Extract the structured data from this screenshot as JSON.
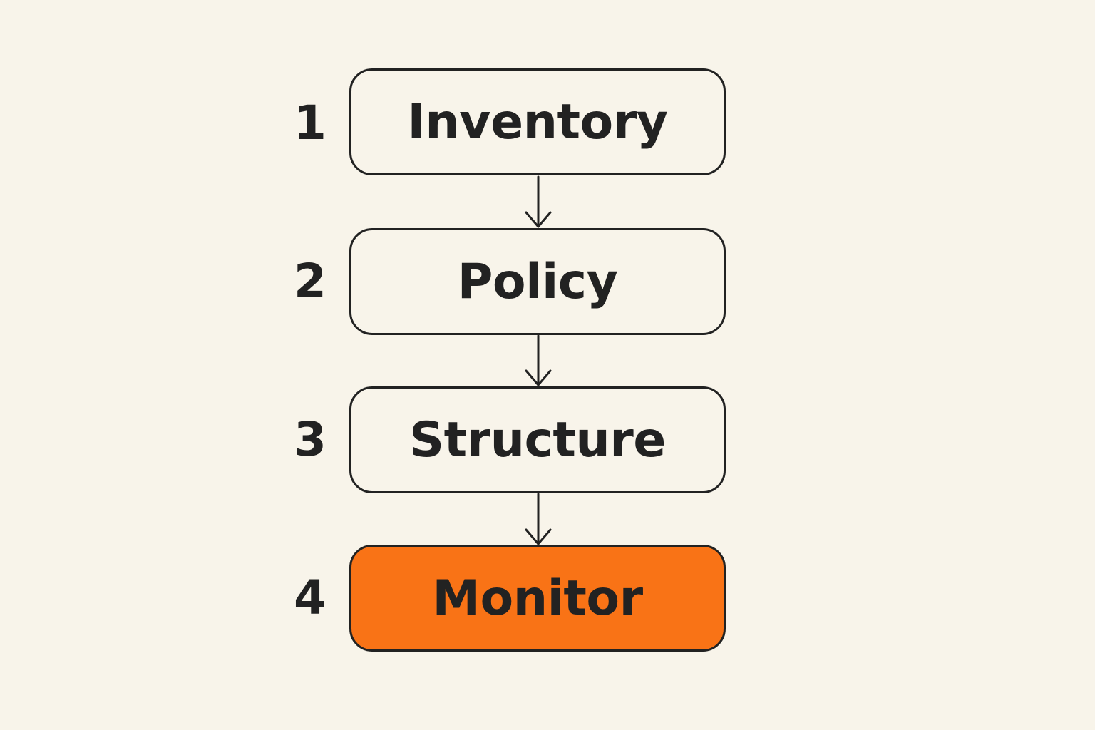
{
  "steps": [
    {
      "number": "1",
      "label": "Inventory"
    },
    {
      "number": "2",
      "label": "Policy"
    },
    {
      "number": "3",
      "label": "Structure"
    },
    {
      "number": "4",
      "label": "Monitor"
    }
  ],
  "colors": {
    "background": "#f8f4ea",
    "stroke": "#222222",
    "highlight": "#f97316"
  }
}
